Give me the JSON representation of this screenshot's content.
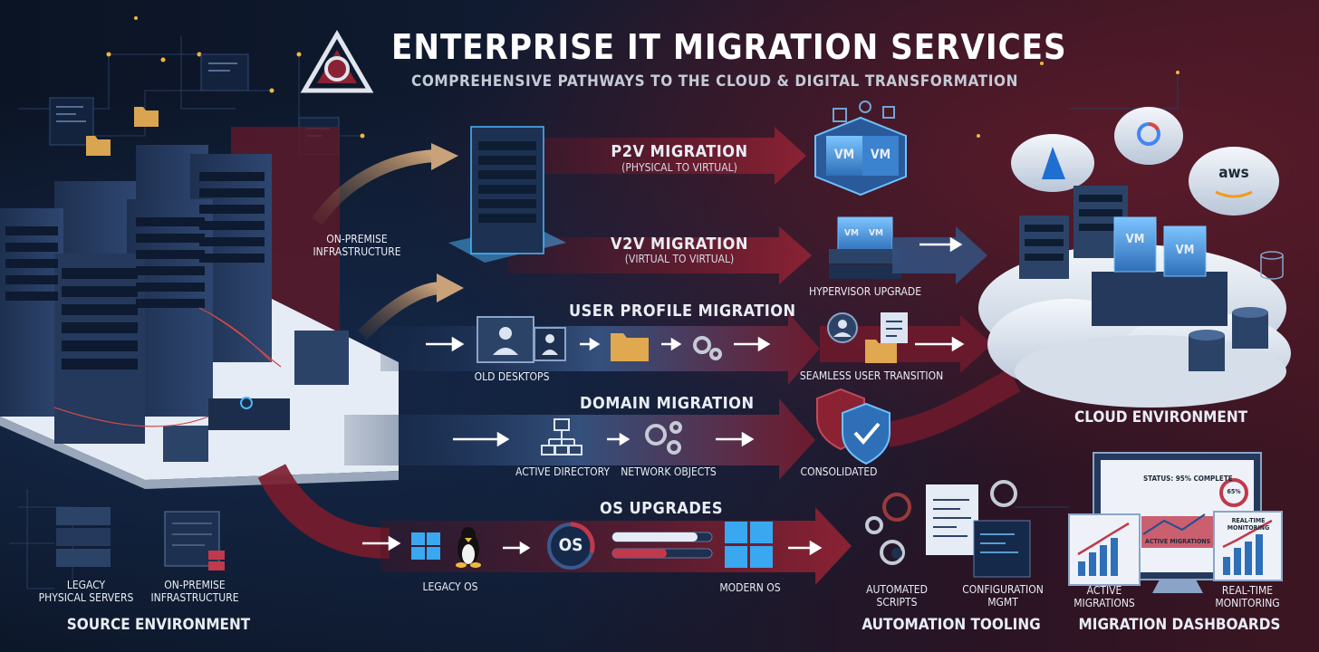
{
  "header": {
    "title": "ENTERPRISE IT MIGRATION SERVICES",
    "subtitle": "COMPREHENSIVE PATHWAYS TO THE CLOUD & DIGITAL TRANSFORMATION"
  },
  "source": {
    "on_premise_infrastructure": "ON-PREMISE\nINFRASTRUCTURE",
    "legacy_physical_servers": "LEGACY\nPHYSICAL SERVERS",
    "on_premise_infrastructure_bottom": "ON-PREMISE\nINFRASTRUCTURE",
    "section_label": "SOURCE ENVIRONMENT"
  },
  "pathways": {
    "p2v": {
      "title": "P2V MIGRATION",
      "subtitle": "(PHYSICAL TO VIRTUAL)"
    },
    "v2v": {
      "title": "V2V MIGRATION",
      "subtitle": "(VIRTUAL TO VIRTUAL)"
    },
    "hypervisor_upgrade": "HYPERVISOR UPGRADE",
    "vm_label": "VM",
    "user_profile": {
      "title": "USER PROFILE MIGRATION",
      "old_desktops": "OLD DESKTOPS",
      "result": "SEAMLESS USER TRANSITION"
    },
    "domain": {
      "title": "DOMAIN MIGRATION",
      "active_directory": "ACTIVE DIRECTORY",
      "network_objects": "NETWORK OBJECTS",
      "result": "CONSOLIDATED"
    },
    "os": {
      "title": "OS UPGRADES",
      "legacy": "LEGACY OS",
      "modern": "MODERN OS",
      "badge": "OS"
    }
  },
  "cloud": {
    "section_label": "CLOUD ENVIRONMENT",
    "aws_label": "aws"
  },
  "automation": {
    "section_label": "AUTOMATION TOOLING",
    "scripts": "AUTOMATED\nSCRIPTS",
    "config": "CONFIGURATION\nMGMT"
  },
  "dashboards": {
    "section_label": "MIGRATION DASHBOARDS",
    "status": "STATUS: 95% COMPLETE",
    "active_panel": "ACTIVE MIGRATIONS",
    "gauge": "65%",
    "realtime_panel": "REAL-TIME\nMONITORING",
    "active_label": "ACTIVE\nMIGRATIONS",
    "realtime_label": "REAL-TIME\nMONITORING"
  },
  "colors": {
    "navy": "#0c1526",
    "maroon": "#6e1a2c",
    "arrow_blue": "#2c4670",
    "glow": "#49b8ff",
    "text": "#e9edf5"
  }
}
